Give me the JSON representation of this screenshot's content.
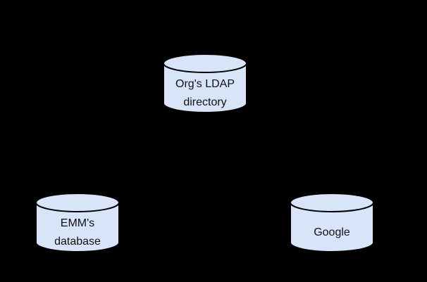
{
  "canvas": {
    "background": "#000000"
  },
  "diagram": {
    "style": {
      "node_fill": "#d8e4f8",
      "node_stroke": "#000000",
      "text_color": "#111111"
    },
    "nodes": [
      {
        "id": "org-ldap-directory",
        "shape": "database-cylinder",
        "label": "Org's LDAP\ndirectory"
      },
      {
        "id": "emm-database",
        "shape": "database-cylinder",
        "label": "EMM's\ndatabase"
      },
      {
        "id": "google",
        "shape": "database-cylinder",
        "label": "Google"
      }
    ]
  }
}
